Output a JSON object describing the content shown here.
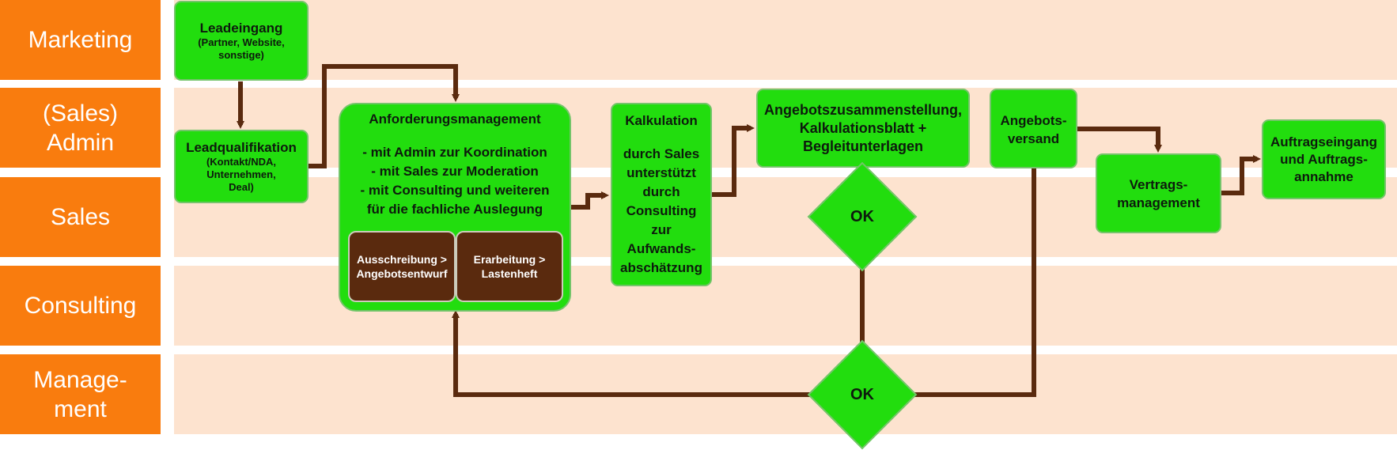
{
  "lanes": {
    "marketing": "Marketing",
    "admin": "(Sales)\nAdmin",
    "sales": "Sales",
    "consulting": "Consulting",
    "management": "Manage-\nment"
  },
  "nodes": {
    "leadeingang": {
      "title": "Leadeingang",
      "sub": "(Partner, Website,\nsonstige)"
    },
    "leadqualifikation": {
      "title": "Leadqualifikation",
      "sub": "(Kontakt/NDA,\nUnternehmen,\nDeal)"
    },
    "anforderungsmanagement": {
      "title": "Anforderungsmanagement",
      "body": "- mit Admin zur Koordination\n- mit Sales zur Moderation\n- mit Consulting und weiteren\nfür die fachliche Auslegung",
      "sub_a": "Ausschreibung >\nAngebotsentwurf",
      "sub_b": "Erarbeitung >\nLastenheft"
    },
    "kalkulation": {
      "title": "Kalkulation",
      "body": "durch Sales\nunterstützt\ndurch\nConsulting\nzur\nAufwands-\nabschätzung"
    },
    "angebotszusammenstellung": {
      "title": "Angebotszusammenstellung,\nKalkulationsblatt +\nBegleitunterlagen"
    },
    "angebotsversand": {
      "title": "Angebots-\nversand"
    },
    "vertragsmanagement": {
      "title": "Vertrags-\nmanagement"
    },
    "auftragseingang": {
      "title": "Auftragseingang\nund Auftrags-\nannahme"
    },
    "ok_sales": "OK",
    "ok_management": "OK"
  },
  "colors": {
    "lane_label": "#f97c0e",
    "lane_bg": "#fde3cf",
    "box_fill": "#22dd0e",
    "sub_fill": "#5a2a0e",
    "arrow": "#5a2a0e"
  }
}
